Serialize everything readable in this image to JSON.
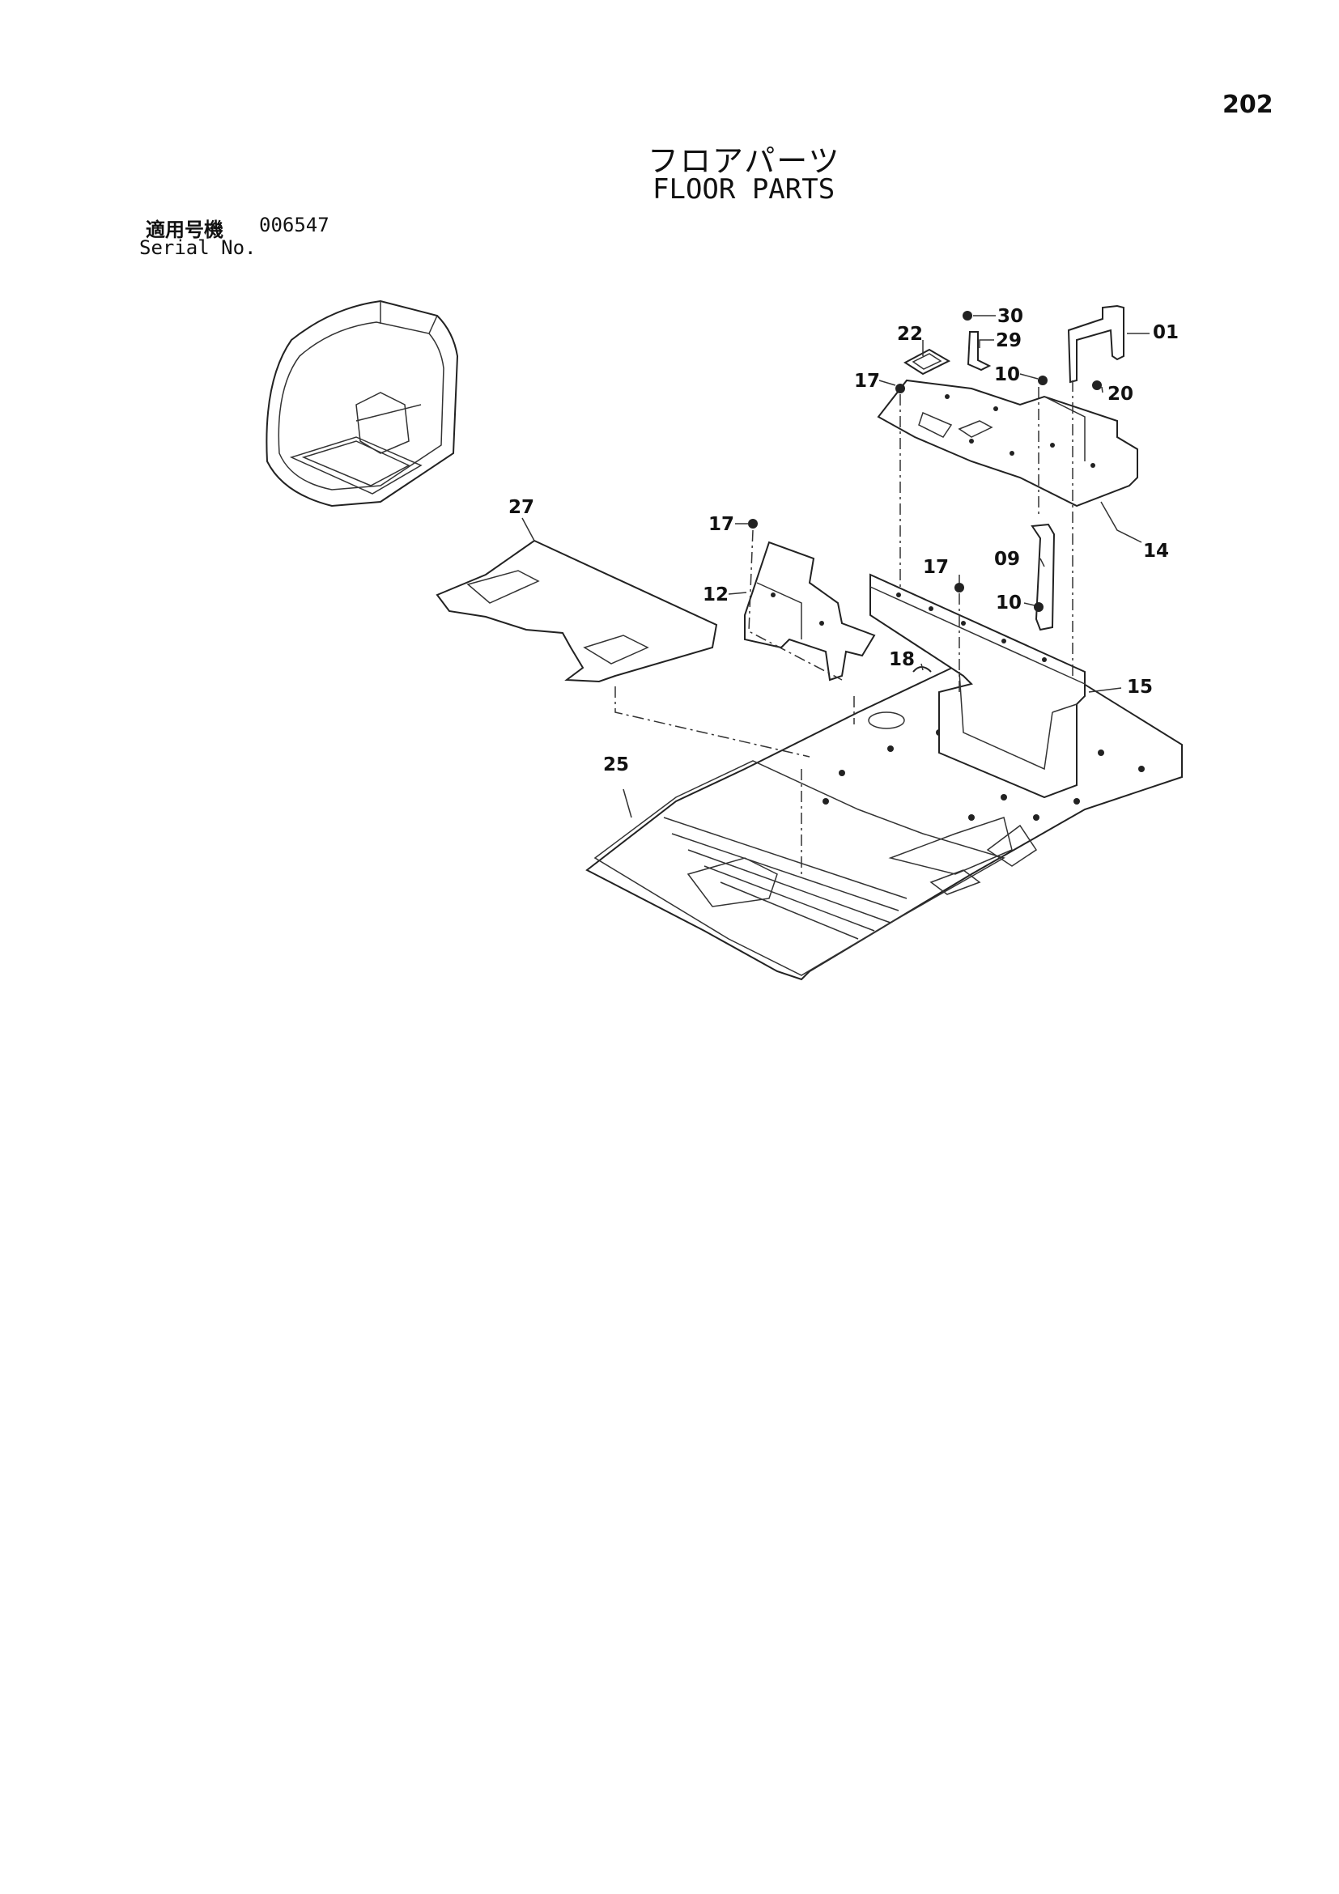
{
  "page_number": "202",
  "title_jp": "フロアパーツ",
  "title_en": "FLOOR PARTS",
  "serial": {
    "label_jp": "適用号機",
    "label_en": "Serial No.",
    "value": "006547"
  },
  "callouts": {
    "c01": "01",
    "c09": "09",
    "c10a": "10",
    "c10b": "10",
    "c12": "12",
    "c14": "14",
    "c15": "15",
    "c17a": "17",
    "c17b": "17",
    "c17c": "17",
    "c18": "18",
    "c20": "20",
    "c22": "22",
    "c25": "25",
    "c27": "27",
    "c29": "29",
    "c30": "30"
  }
}
